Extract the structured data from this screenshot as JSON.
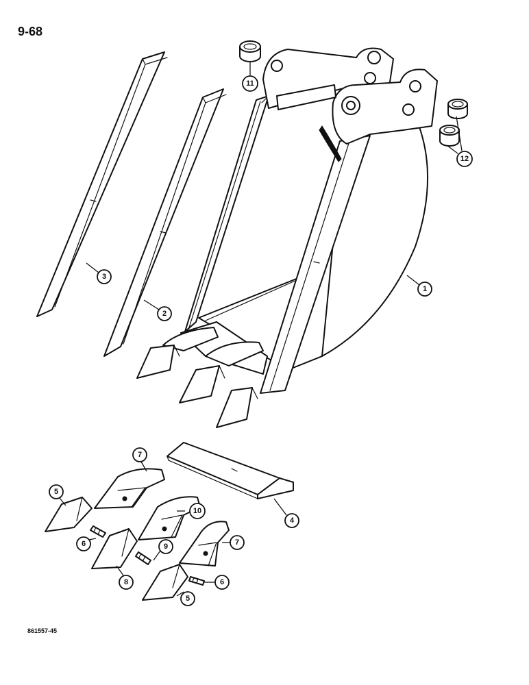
{
  "page": {
    "number": "9-68",
    "figure_code": "861557-45"
  },
  "callouts": [
    {
      "id": "c1",
      "label": "1"
    },
    {
      "id": "c2",
      "label": "2"
    },
    {
      "id": "c3",
      "label": "3"
    },
    {
      "id": "c4",
      "label": "4"
    },
    {
      "id": "c5a",
      "label": "5"
    },
    {
      "id": "c5b",
      "label": "5"
    },
    {
      "id": "c6a",
      "label": "6"
    },
    {
      "id": "c6b",
      "label": "6"
    },
    {
      "id": "c7a",
      "label": "7"
    },
    {
      "id": "c7b",
      "label": "7"
    },
    {
      "id": "c8",
      "label": "8"
    },
    {
      "id": "c9",
      "label": "9"
    },
    {
      "id": "c10",
      "label": "10"
    },
    {
      "id": "c11",
      "label": "11"
    },
    {
      "id": "c12",
      "label": "12"
    }
  ]
}
